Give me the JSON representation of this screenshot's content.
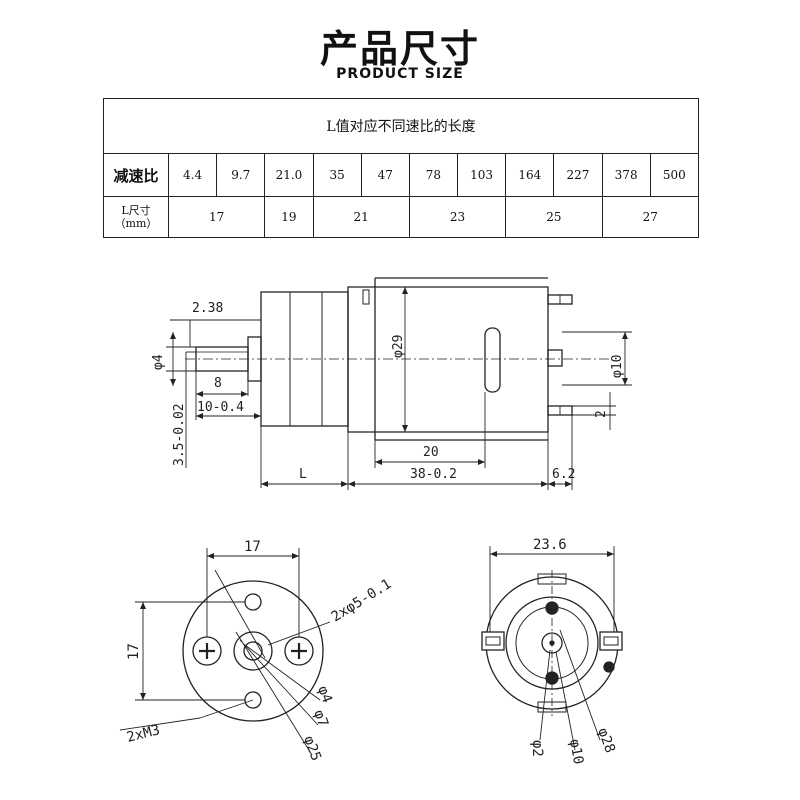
{
  "header": {
    "title": "产品尺寸",
    "subtitle": "PRODUCT SIZE"
  },
  "table": {
    "title": "L值对应不同速比的长度",
    "ratio_label": "减速比",
    "ratios": [
      "4.4",
      "9.7",
      "21.0",
      "35",
      "47",
      "78",
      "103",
      "164",
      "227",
      "378",
      "500"
    ],
    "length_label_line1": "L尺寸",
    "length_label_line2": "（mm）",
    "lengths": [
      {
        "value": "17",
        "span": 2
      },
      {
        "value": "19",
        "span": 1
      },
      {
        "value": "21",
        "span": 2
      },
      {
        "value": "23",
        "span": 2
      },
      {
        "value": "25",
        "span": 2
      },
      {
        "value": "27",
        "span": 2
      }
    ]
  },
  "side_view": {
    "dim_2_38": "2.38",
    "dim_phi4": "φ4",
    "dim_8": "8",
    "dim_10": "10-0.4",
    "dim_3_5": "3.5-0.02",
    "dim_phi29": "φ29",
    "dim_20": "20",
    "dim_L": "L",
    "dim_38": "38-0.2",
    "dim_6_2": "6.2",
    "dim_phi10": "φ10",
    "dim_2": "2"
  },
  "front_view": {
    "dim_17_top": "17",
    "dim_17_side": "17",
    "dim_holes": "2xφ5-0.1",
    "dim_m3": "2xM3",
    "dim_phi4": "φ4",
    "dim_phi7": "φ7",
    "dim_phi25": "φ25"
  },
  "rear_view": {
    "dim_23_6": "23.6",
    "dim_phi2": "φ2",
    "dim_phi10": "φ10",
    "dim_phi28": "φ28"
  }
}
